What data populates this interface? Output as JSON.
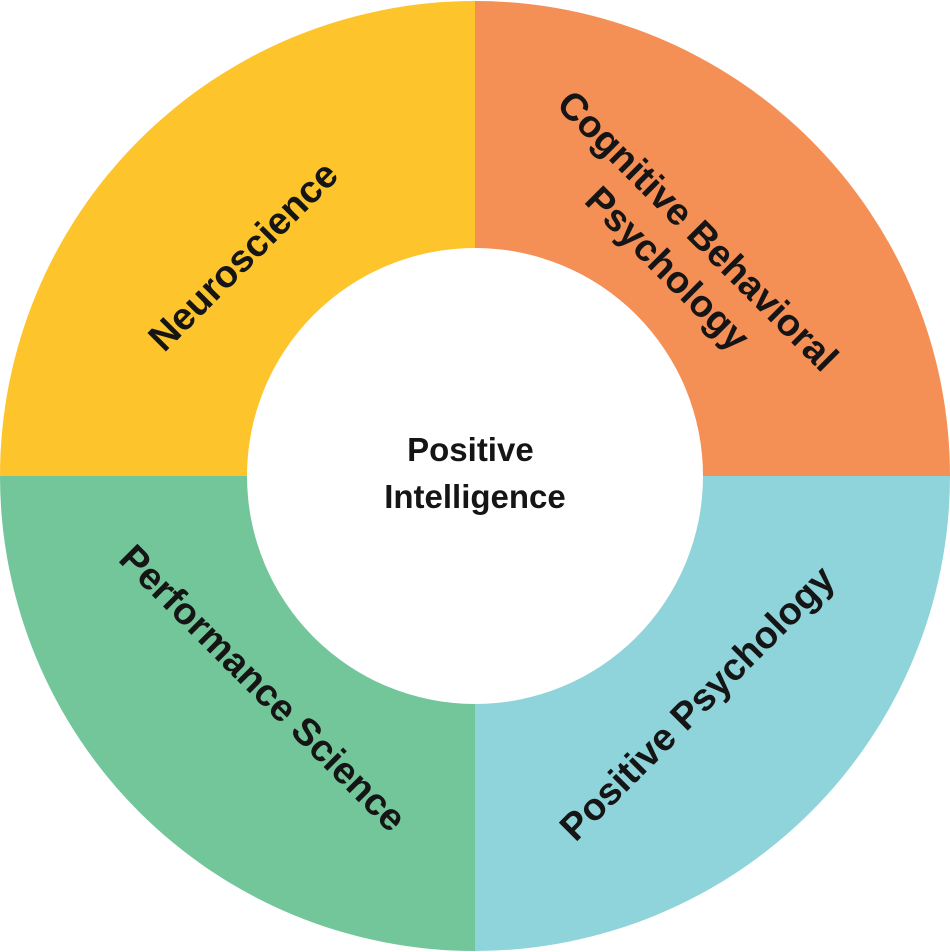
{
  "center": {
    "line1": "Positive",
    "line2": "Intelligence"
  },
  "segments": [
    {
      "key": "neuroscience",
      "lines": [
        "Neuroscience"
      ],
      "color": "#FDC42B"
    },
    {
      "key": "cbt",
      "lines": [
        "Cognitive Behavioral",
        "Psychology"
      ],
      "color": "#F48F55"
    },
    {
      "key": "positive-psych",
      "lines": [
        "Positive Psychology"
      ],
      "color": "#8FD4DA"
    },
    {
      "key": "performance",
      "lines": [
        "Performance Science"
      ],
      "color": "#73C69A"
    }
  ]
}
